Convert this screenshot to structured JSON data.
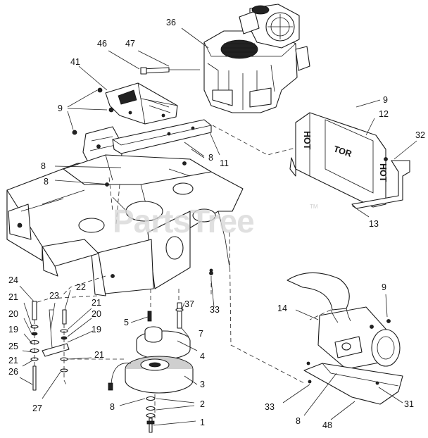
{
  "watermark": {
    "text": "PartsTree",
    "tm": "TM"
  },
  "decal_text": {
    "left": "HOT",
    "center": "TOR",
    "right": "HOT"
  },
  "labels": [
    {
      "id": "l36",
      "text": "36"
    },
    {
      "id": "l46",
      "text": "46"
    },
    {
      "id": "l47",
      "text": "47"
    },
    {
      "id": "l41",
      "text": "41"
    },
    {
      "id": "l9a",
      "text": "9"
    },
    {
      "id": "l9b",
      "text": "9"
    },
    {
      "id": "l12",
      "text": "12"
    },
    {
      "id": "l32",
      "text": "32"
    },
    {
      "id": "l8a",
      "text": "8"
    },
    {
      "id": "l11",
      "text": "11"
    },
    {
      "id": "l8b",
      "text": "8"
    },
    {
      "id": "l8c",
      "text": "8"
    },
    {
      "id": "l13",
      "text": "13"
    },
    {
      "id": "l24",
      "text": "24"
    },
    {
      "id": "l22",
      "text": "22"
    },
    {
      "id": "l21a",
      "text": "21"
    },
    {
      "id": "l23",
      "text": "23"
    },
    {
      "id": "l21b",
      "text": "21"
    },
    {
      "id": "l20a",
      "text": "20"
    },
    {
      "id": "l20b",
      "text": "20"
    },
    {
      "id": "l19a",
      "text": "19"
    },
    {
      "id": "l19b",
      "text": "19"
    },
    {
      "id": "l25",
      "text": "25"
    },
    {
      "id": "l21c",
      "text": "21"
    },
    {
      "id": "l21d",
      "text": "21"
    },
    {
      "id": "l26",
      "text": "26"
    },
    {
      "id": "l27",
      "text": "27"
    },
    {
      "id": "l5",
      "text": "5"
    },
    {
      "id": "l4",
      "text": "4"
    },
    {
      "id": "l37",
      "text": "37"
    },
    {
      "id": "l7",
      "text": "7"
    },
    {
      "id": "l33a",
      "text": "33"
    },
    {
      "id": "l3",
      "text": "3"
    },
    {
      "id": "l8d",
      "text": "8"
    },
    {
      "id": "l2",
      "text": "2"
    },
    {
      "id": "l1",
      "text": "1"
    },
    {
      "id": "l9c",
      "text": "9"
    },
    {
      "id": "l14",
      "text": "14"
    },
    {
      "id": "l33b",
      "text": "33"
    },
    {
      "id": "l8e",
      "text": "8"
    },
    {
      "id": "l48",
      "text": "48"
    },
    {
      "id": "l31",
      "text": "31"
    }
  ]
}
